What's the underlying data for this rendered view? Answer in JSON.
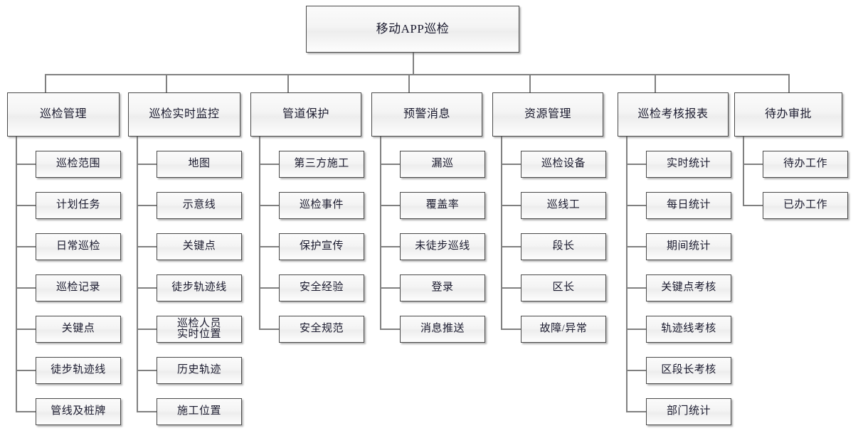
{
  "diagram": {
    "type": "organization-tree",
    "title": "移动APP巡检",
    "root": {
      "label": "移动APP巡检"
    },
    "branches": [
      {
        "label": "巡检管理",
        "children": [
          {
            "label": "巡检范围"
          },
          {
            "label": "计划任务"
          },
          {
            "label": "日常巡检"
          },
          {
            "label": "巡检记录"
          },
          {
            "label": "关键点"
          },
          {
            "label": "徒步轨迹线"
          },
          {
            "label": "管线及桩牌"
          }
        ]
      },
      {
        "label": "巡检实时监控",
        "children": [
          {
            "label": "地图"
          },
          {
            "label": "示意线"
          },
          {
            "label": "关键点"
          },
          {
            "label": "徒步轨迹线"
          },
          {
            "label": "巡检人员\n实时位置"
          },
          {
            "label": "历史轨迹"
          },
          {
            "label": "施工位置"
          }
        ]
      },
      {
        "label": "管道保护",
        "children": [
          {
            "label": "第三方施工"
          },
          {
            "label": "巡检事件"
          },
          {
            "label": "保护宣传"
          },
          {
            "label": "安全经验"
          },
          {
            "label": "安全规范"
          }
        ]
      },
      {
        "label": "预警消息",
        "children": [
          {
            "label": "漏巡"
          },
          {
            "label": "覆盖率"
          },
          {
            "label": "未徒步巡线"
          },
          {
            "label": "登录"
          },
          {
            "label": "消息推送"
          }
        ]
      },
      {
        "label": "资源管理",
        "children": [
          {
            "label": "巡检设备"
          },
          {
            "label": "巡线工"
          },
          {
            "label": "段长"
          },
          {
            "label": "区长"
          },
          {
            "label": "故障/异常"
          }
        ]
      },
      {
        "label": "巡检考核报表",
        "children": [
          {
            "label": "实时统计"
          },
          {
            "label": "每日统计"
          },
          {
            "label": "期间统计"
          },
          {
            "label": "关键点考核"
          },
          {
            "label": "轨迹线考核"
          },
          {
            "label": "区段长考核"
          },
          {
            "label": "部门统计"
          }
        ]
      },
      {
        "label": "待办审批",
        "children": [
          {
            "label": "待办工作"
          },
          {
            "label": "已办工作"
          }
        ]
      }
    ],
    "colors": {
      "background": "#ffffff",
      "box_border": "#4a4a4a",
      "box_fill": "#f4f4f4",
      "connector": "#808080",
      "text": "#1a1a2e"
    }
  }
}
